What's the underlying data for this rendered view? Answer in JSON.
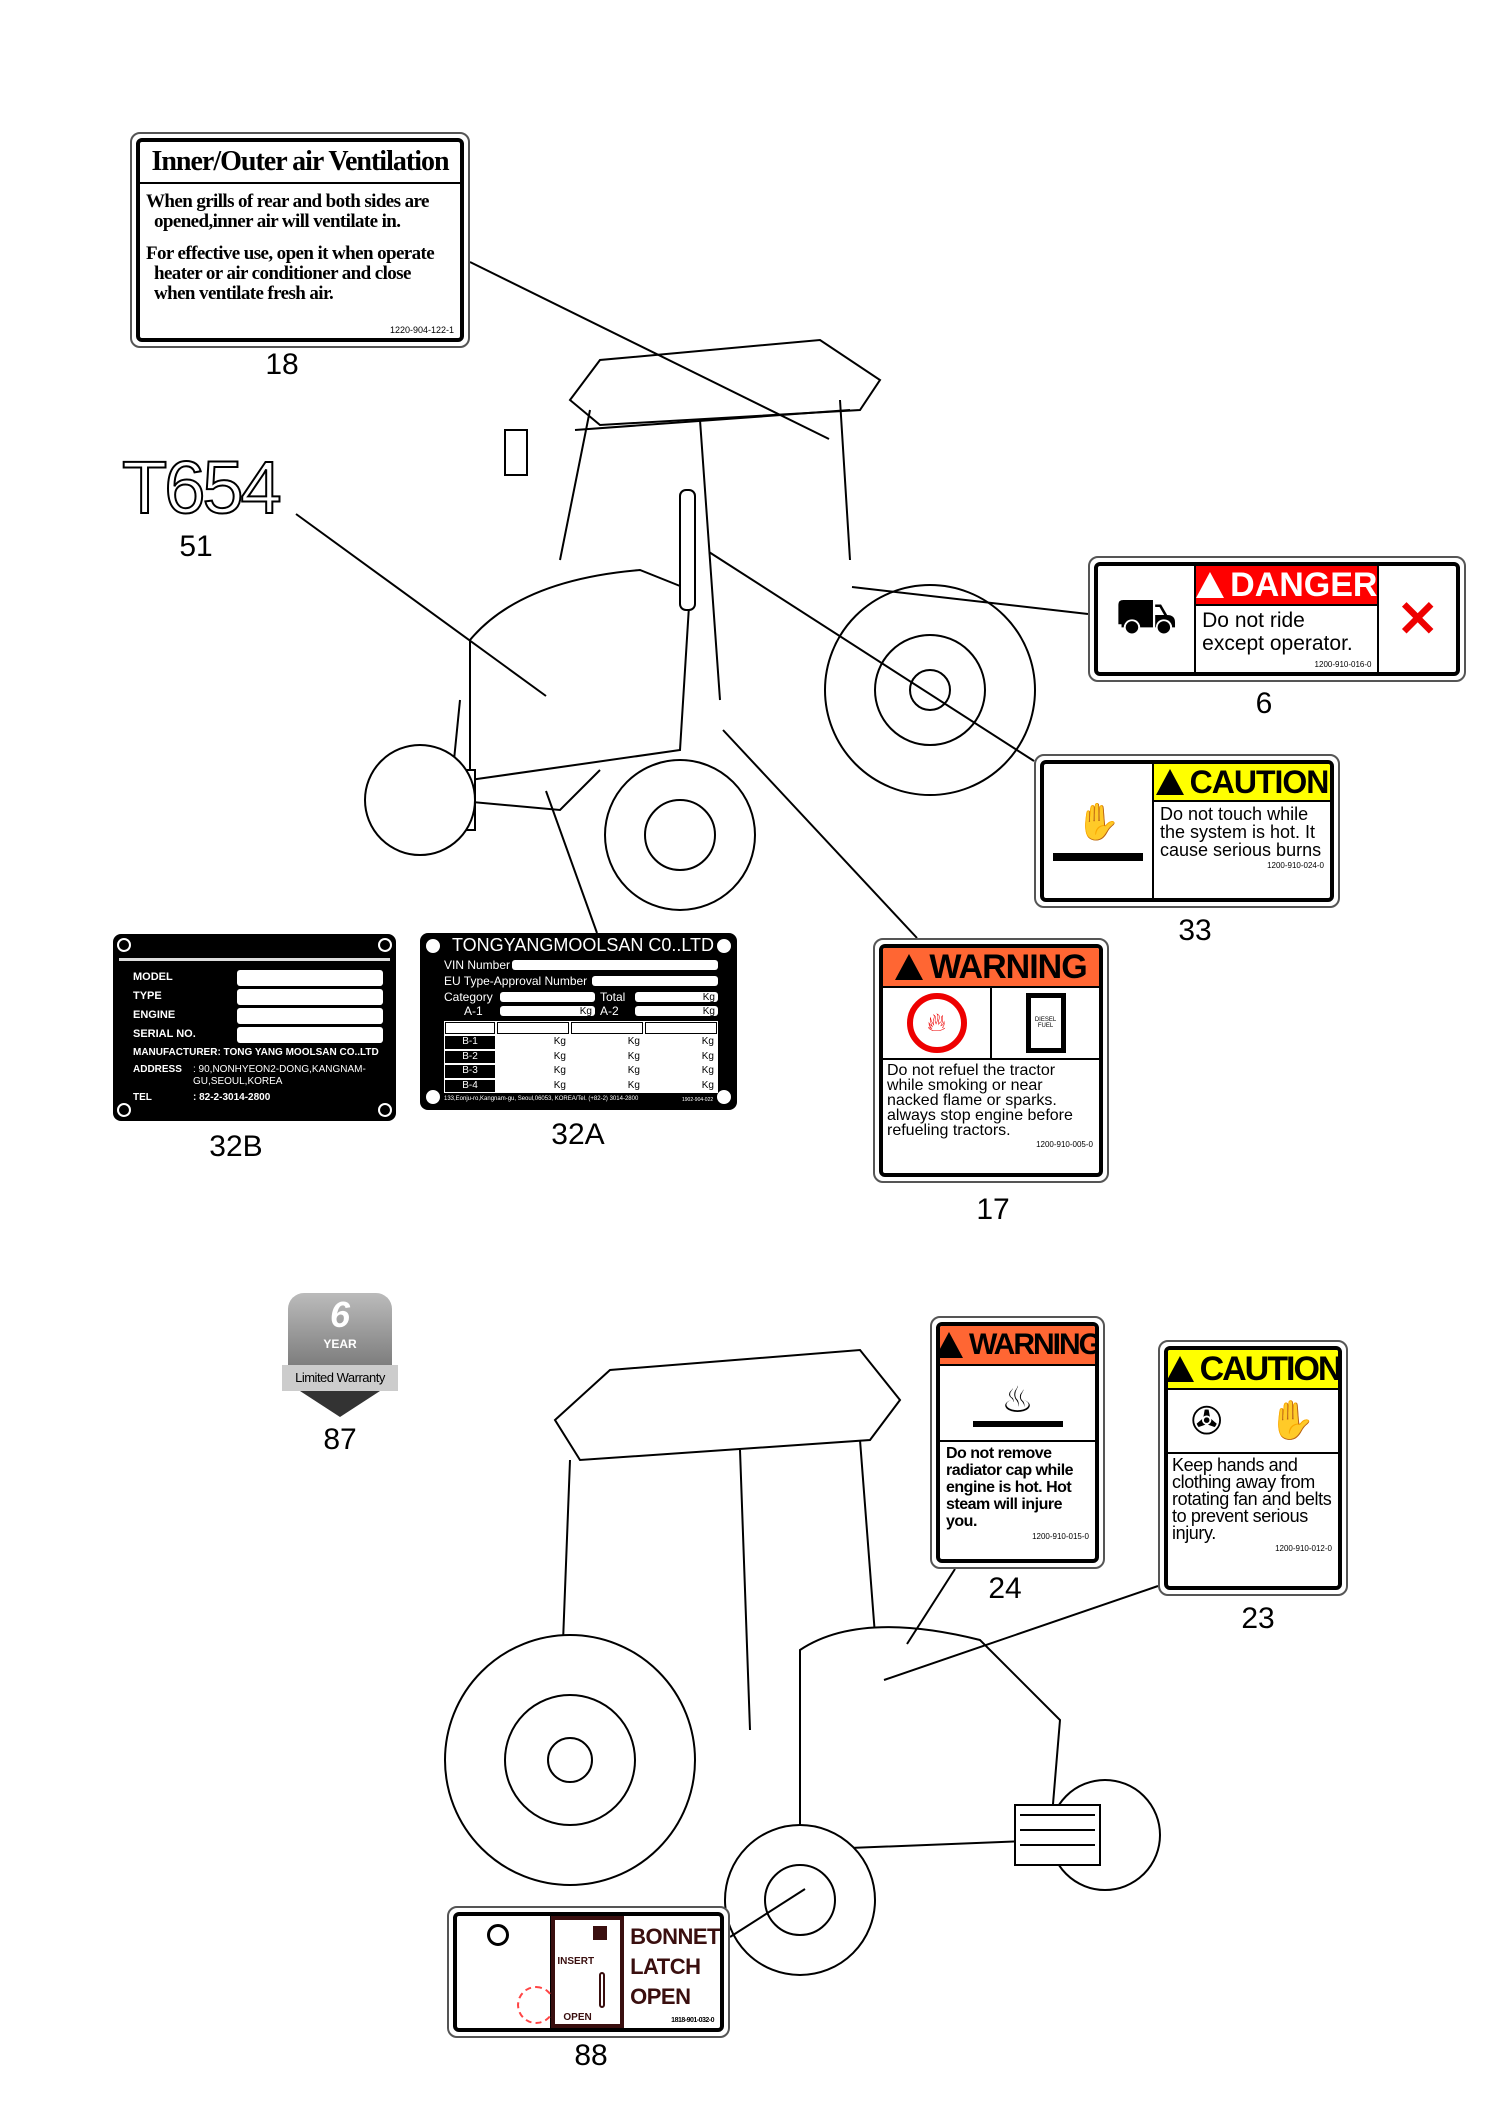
{
  "label18": {
    "title": "Inner/Outer air Ventilation",
    "bullet1": "When grills   of rear and both sides are opened,inner air will ventilate in.",
    "bullet2": "For effective use, open it when operate heater or air conditioner and close when ventilate fresh air.",
    "code": "1220-904-122-1",
    "number": "18"
  },
  "model": {
    "text": "T654",
    "number": "51"
  },
  "label6": {
    "header": "DANGER",
    "line1": "Do not ride",
    "line2": "except operator.",
    "code": "1200-910-016-0",
    "number": "6",
    "color": "#ff0000"
  },
  "label33": {
    "header": "CAUTION",
    "text": "Do not touch while the system is hot. It cause serious burns",
    "code": "1200-910-024-0",
    "number": "33",
    "color": "#ffff00"
  },
  "label32B": {
    "fields": [
      "MODEL",
      "TYPE",
      "ENGINE",
      "SERIAL NO."
    ],
    "manufacturer": "MANUFACTURER: TONG YANG MOOLSAN CO..LTD",
    "address_label": "ADDRESS",
    "address": ": 90,NONHYEON2-DONG,KANGNAM-GU,SEOUL,KOREA",
    "tel_label": "TEL",
    "tel": ": 82-2-3014-2800",
    "number": "32B"
  },
  "label32A": {
    "title": "TONGYANGMOOLSAN C0..LTD",
    "vin": "VIN Number",
    "eu": "EU Type-Approval Number",
    "category": "Category",
    "total": "Total",
    "a1": "A-1",
    "a2": "A-2",
    "kg": "Kg",
    "rows": [
      "B-1",
      "B-2",
      "B-3",
      "B-4"
    ],
    "footer": "133,Eonju-ro,Kangnam-gu, Seoul,06053, KOREA/Tel. (+82-2) 3014-2800",
    "code": "1902-904-022",
    "number": "32A"
  },
  "label17": {
    "header": "WARNING",
    "fuel": "DIESEL FUEL",
    "text": "Do not refuel the tractor while smoking or near nacked flame  or sparks. always stop engine before refueling tractors.",
    "code": "1200-910-005-0",
    "number": "17",
    "color": "#ff6633"
  },
  "badge87": {
    "years": "6",
    "year": "YEAR",
    "text": "Limited Warranty",
    "number": "87"
  },
  "label24": {
    "header": "WARNING",
    "text": "Do not remove radiator cap while engine is hot. Hot steam will injure you.",
    "code": "1200-910-015-0",
    "number": "24",
    "color": "#ff6633"
  },
  "label23": {
    "header": "CAUTION",
    "text": "Keep hands and clothing away from rotating  fan and belts to   prevent serious injury.",
    "code": "1200-910-012-0",
    "number": "23",
    "color": "#ffff00"
  },
  "label88": {
    "insert": "INSERT",
    "open": "OPEN",
    "line1": "BONNET",
    "line2": "LATCH",
    "line3": "OPEN",
    "code": "1818-901-032-0",
    "number": "88"
  }
}
